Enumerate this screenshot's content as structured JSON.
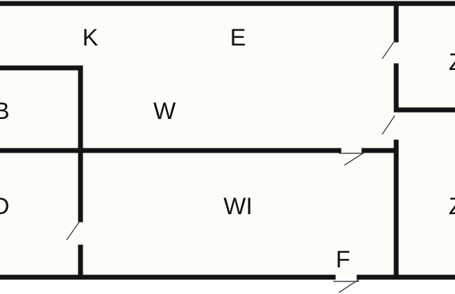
{
  "floor_plan": {
    "colors": {
      "background": "#ffffff",
      "floor": "#fdfdf8",
      "wall": "#141414",
      "door_swing": "#444444"
    },
    "labels": {
      "k": "K",
      "e": "E",
      "w": "W",
      "wl": "WI",
      "f": "F",
      "b": "B",
      "d": "D",
      "z_top": "Z",
      "z_bottom": "Z"
    }
  }
}
